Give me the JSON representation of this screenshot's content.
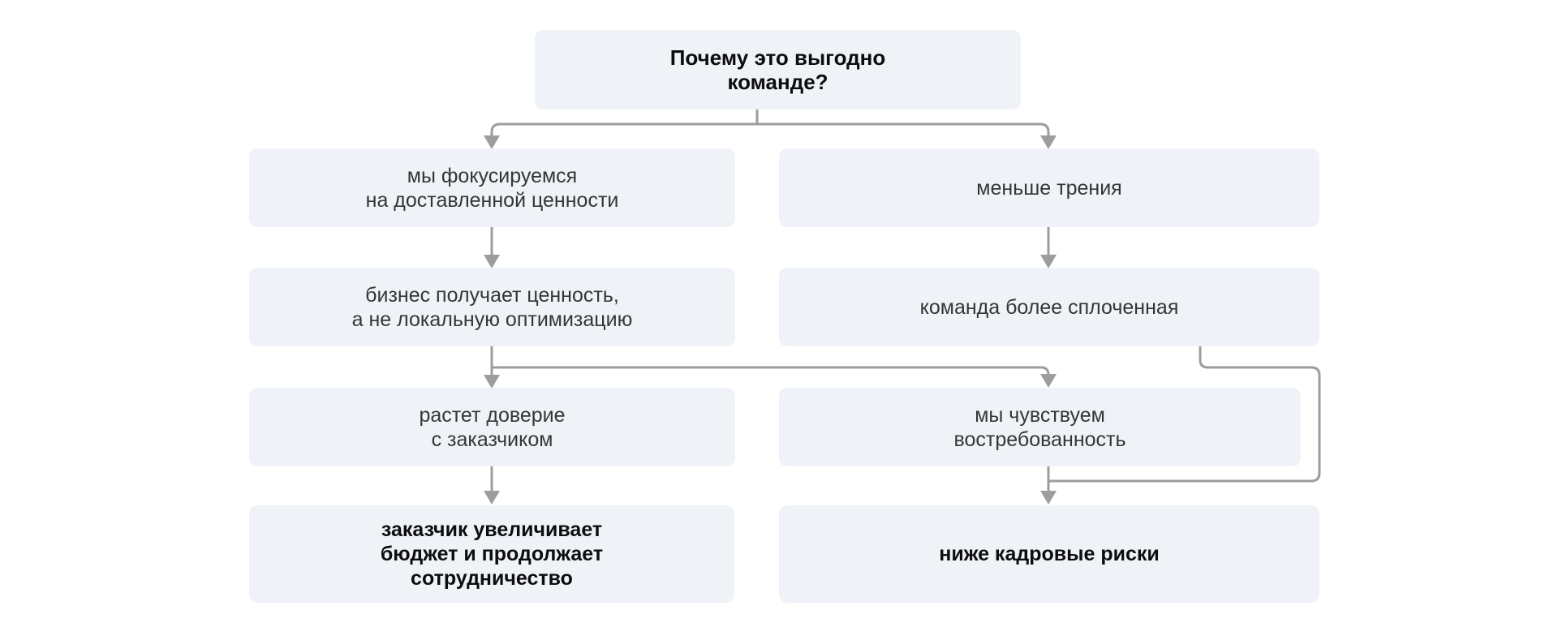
{
  "diagram": {
    "root": {
      "label": "Почему это выгодно\nкоманде?"
    },
    "left_branch": [
      {
        "label": "мы фокусируемся\nна доставленной ценности"
      },
      {
        "label": "бизнес получает ценность,\nа не локальную оптимизацию"
      },
      {
        "label": "растет доверие\nс заказчиком"
      },
      {
        "label": "заказчик увеличивает\nбюджет и продолжает\nсотрудничество"
      }
    ],
    "right_branch": [
      {
        "label": "меньше трения"
      },
      {
        "label": "команда более сплоченная"
      },
      {
        "label": "мы чувствуем\nвостребованность"
      },
      {
        "label": "ниже кадровые риски"
      }
    ],
    "colors": {
      "background": "#ffffff",
      "box_fill": "#eff3f8",
      "connector": "#9d9d9d",
      "text": "#333639",
      "emphasis_text": "#0d0d0d"
    }
  }
}
